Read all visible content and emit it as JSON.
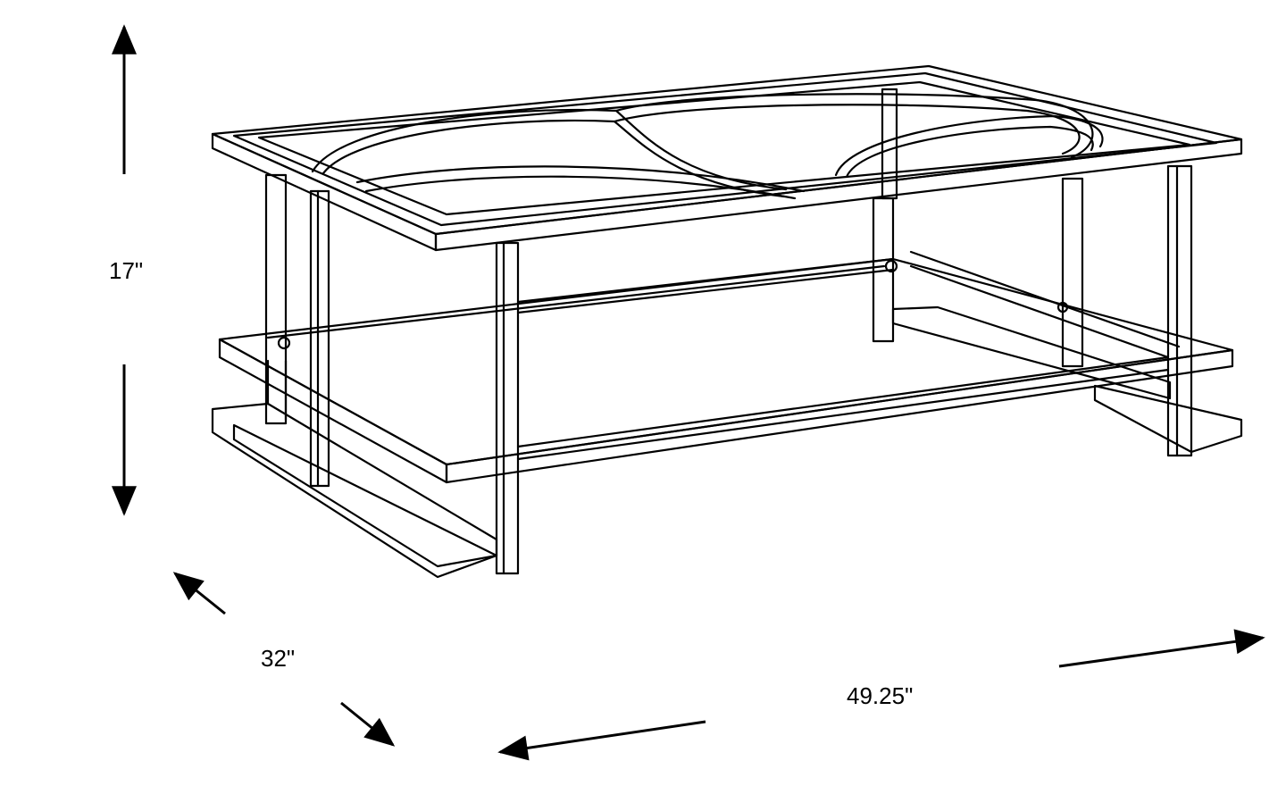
{
  "dimensions": {
    "height": "17\"",
    "depth": "32\"",
    "width": "49.25\""
  },
  "colors": {
    "line": "#000000",
    "background": "#ffffff"
  }
}
